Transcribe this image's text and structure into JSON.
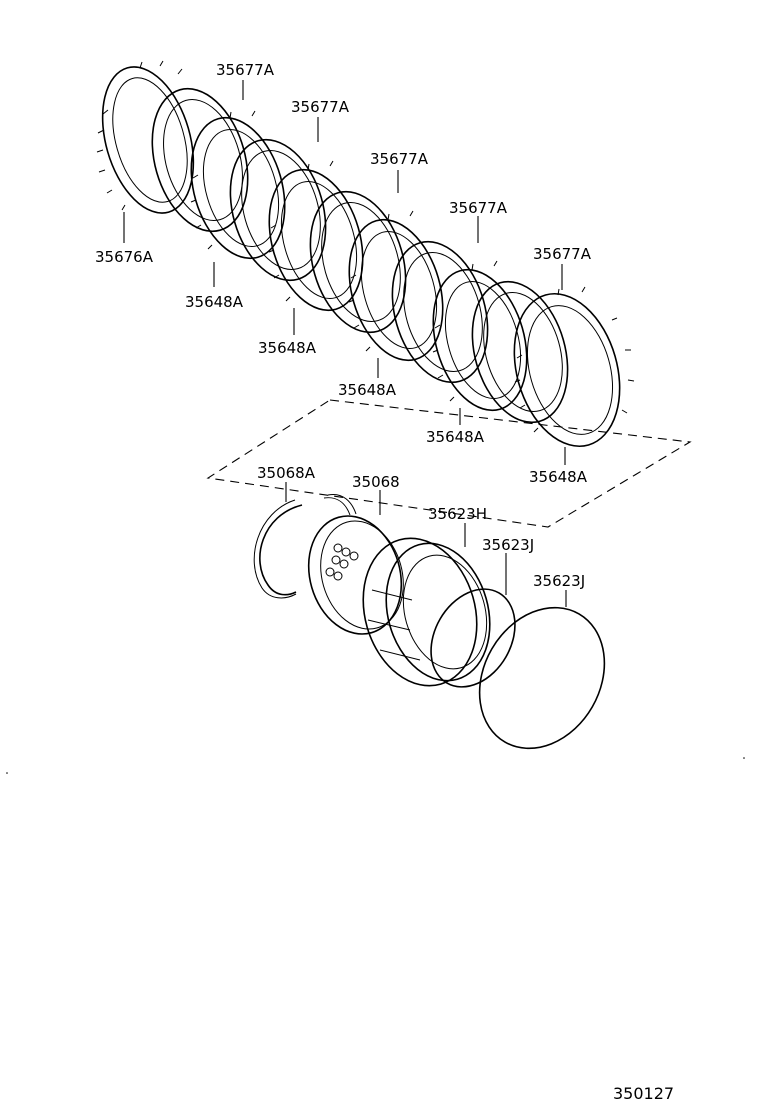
{
  "diagram": {
    "catalog_number": "350127",
    "labels": {
      "p_35677A_1": "35677A",
      "p_35677A_2": "35677A",
      "p_35677A_3": "35677A",
      "p_35677A_4": "35677A",
      "p_35677A_5": "35677A",
      "p_35676A": "35676A",
      "p_35648A_1": "35648A",
      "p_35648A_2": "35648A",
      "p_35648A_3": "35648A",
      "p_35648A_4": "35648A",
      "p_35648A_5": "35648A",
      "p_35068A": "35068A",
      "p_35068": "35068",
      "p_35623H": "35623H",
      "p_35623J_1": "35623J",
      "p_35623J_2": "35623J"
    }
  }
}
